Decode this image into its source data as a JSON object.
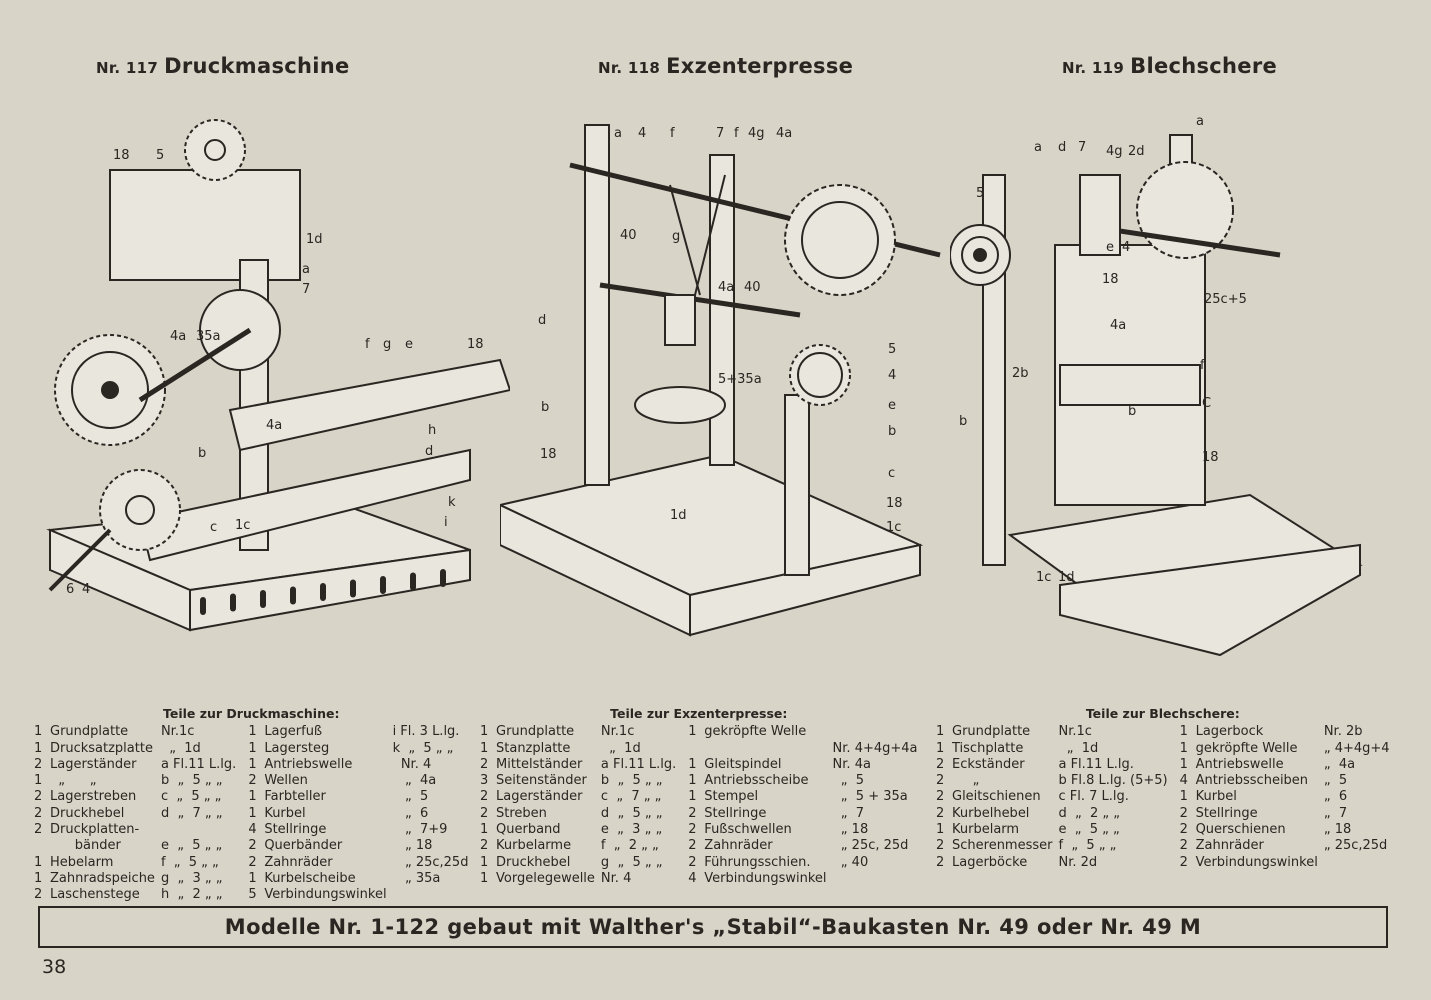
{
  "models": [
    {
      "nr": "Nr. 117",
      "name": "Druckmaschine",
      "labels": [
        "18",
        "5",
        "1d",
        "a",
        "7",
        "4a",
        "35a",
        "f",
        "g",
        "e",
        "18",
        "h",
        "4a",
        "d",
        "b",
        "k",
        "i",
        "c",
        "1c",
        "6",
        "4"
      ]
    },
    {
      "nr": "Nr. 118",
      "name": "Exzenterpresse",
      "labels": [
        "a",
        "4",
        "f",
        "7",
        "f",
        "4g",
        "4a",
        "40",
        "g",
        "4a",
        "40",
        "d",
        "5+35a",
        "5",
        "4",
        "b",
        "e",
        "b",
        "18",
        "c",
        "1d",
        "18",
        "1c"
      ]
    },
    {
      "nr": "Nr. 119",
      "name": "Blechschere",
      "labels": [
        "a",
        "a",
        "d",
        "7",
        "4g",
        "2d",
        "5",
        "e",
        "4",
        "18",
        "25c+5",
        "4a",
        "2b",
        "f",
        "b",
        "b",
        "C",
        "18",
        "1c",
        "1d"
      ]
    }
  ],
  "parts": [
    {
      "title": "Teile zur Druckmaschine:",
      "left": [
        [
          "1",
          "Grundplatte",
          "Nr.1c"
        ],
        [
          "1",
          "Drucksatzplatte",
          "  „  1d"
        ],
        [
          "2",
          "Lagerständer",
          "a Fl.11 L.lg."
        ],
        [
          "1",
          "  „      „",
          "b  „  5 „ „"
        ],
        [
          "2",
          "Lagerstreben",
          "c  „  5 „ „"
        ],
        [
          "2",
          "Druckhebel",
          "d  „  7 „ „"
        ],
        [
          "2",
          "Druckplatten-",
          ""
        ],
        [
          "",
          "      bänder",
          "e  „  5 „ „"
        ],
        [
          "1",
          "Hebelarm",
          "f  „  5 „ „"
        ],
        [
          "1",
          "Zahnradspeiche",
          "g  „  3 „ „"
        ],
        [
          "2",
          "Laschenstege",
          "h  „  2 „ „"
        ]
      ],
      "right": [
        [
          "1",
          "Lagerfuß",
          "i Fl. 3 L.lg."
        ],
        [
          "1",
          "Lagersteg",
          "k  „  5 „ „"
        ],
        [
          "1",
          "Antriebswelle",
          "  Nr. 4"
        ],
        [
          "2",
          "Wellen",
          "   „  4a"
        ],
        [
          "1",
          "Farbteller",
          "   „  5"
        ],
        [
          "1",
          "Kurbel",
          "   „  6"
        ],
        [
          "4",
          "Stellringe",
          "   „  7+9"
        ],
        [
          "2",
          "Querbänder",
          "   „ 18"
        ],
        [
          "2",
          "Zahnräder",
          "   „ 25c,25d"
        ],
        [
          "1",
          "Kurbelscheibe",
          "   „ 35a"
        ],
        [
          "5",
          "Verbindungswinkel",
          ""
        ]
      ]
    },
    {
      "title": "Teile zur Exzenterpresse:",
      "left": [
        [
          "1",
          "Grundplatte",
          "Nr.1c"
        ],
        [
          "1",
          "Stanzplatte",
          "  „  1d"
        ],
        [
          "2",
          "Mittelständer",
          "a Fl.11 L.lg."
        ],
        [
          "3",
          "Seitenständer",
          "b  „  5 „ „"
        ],
        [
          "2",
          "Lagerständer",
          "c  „  7 „ „"
        ],
        [
          "2",
          "Streben",
          "d  „  5 „ „"
        ],
        [
          "1",
          "Querband",
          "e  „  3 „ „"
        ],
        [
          "2",
          "Kurbelarme",
          "f  „  2 „ „"
        ],
        [
          "1",
          "Druckhebel",
          "g  „  5 „ „"
        ],
        [
          "1",
          "Vorgelegewelle",
          "Nr. 4"
        ]
      ],
      "right": [
        [
          "1",
          "gekröpfte Welle",
          ""
        ],
        [
          "",
          "",
          "Nr. 4+4g+4a"
        ],
        [
          "1",
          "Gleitspindel",
          "Nr. 4a"
        ],
        [
          "1",
          "Antriebsscheibe",
          "  „  5"
        ],
        [
          "1",
          "Stempel",
          "  „  5 + 35a"
        ],
        [
          "2",
          "Stellringe",
          "  „  7"
        ],
        [
          "2",
          "Fußschwellen",
          "  „ 18"
        ],
        [
          "2",
          "Zahnräder",
          "  „ 25c, 25d"
        ],
        [
          "2",
          "Führungsschien.",
          "  „ 40"
        ],
        [
          "4",
          "Verbindungswinkel",
          ""
        ]
      ]
    },
    {
      "title": "Teile zur Blechschere:",
      "left": [
        [
          "1",
          "Grundplatte",
          "Nr.1c"
        ],
        [
          "1",
          "Tischplatte",
          "  „  1d"
        ],
        [
          "2",
          "Eckständer",
          "a Fl.11 L.lg."
        ],
        [
          "2",
          "     „",
          "b Fl.8 L.lg. (5+5)"
        ],
        [
          "2",
          "Gleitschienen",
          "c Fl. 7 L.lg."
        ],
        [
          "2",
          "Kurbelhebel",
          "d  „  2 „ „"
        ],
        [
          "1",
          "Kurbelarm",
          "e  „  5 „ „"
        ],
        [
          "2",
          "Scherenmesser",
          "f  „  5 „ „"
        ],
        [
          "2",
          "Lagerböcke",
          "Nr. 2d"
        ]
      ],
      "right": [
        [
          "1",
          "Lagerbock",
          "Nr. 2b"
        ],
        [
          "1",
          "gekröpfte Welle",
          "„ 4+4g+4"
        ],
        [
          "1",
          "Antriebswelle",
          "„  4a"
        ],
        [
          "4",
          "Antriebsscheiben",
          "„  5"
        ],
        [
          "1",
          "Kurbel",
          "„  6"
        ],
        [
          "2",
          "Stellringe",
          "„  7"
        ],
        [
          "2",
          "Querschienen",
          "„ 18"
        ],
        [
          "2",
          "Zahnräder",
          "„ 25c,25d"
        ],
        [
          "2",
          "Verbindungswinkel",
          ""
        ]
      ]
    }
  ],
  "banner": "Modelle Nr. 1-122 gebaut mit Walther's „Stabil“-Baukasten Nr. 49 oder Nr. 49 M",
  "page_number": "38",
  "colors": {
    "paper": "#d9d4c8",
    "ink": "#2a2622",
    "metal": "#e9e6de"
  }
}
